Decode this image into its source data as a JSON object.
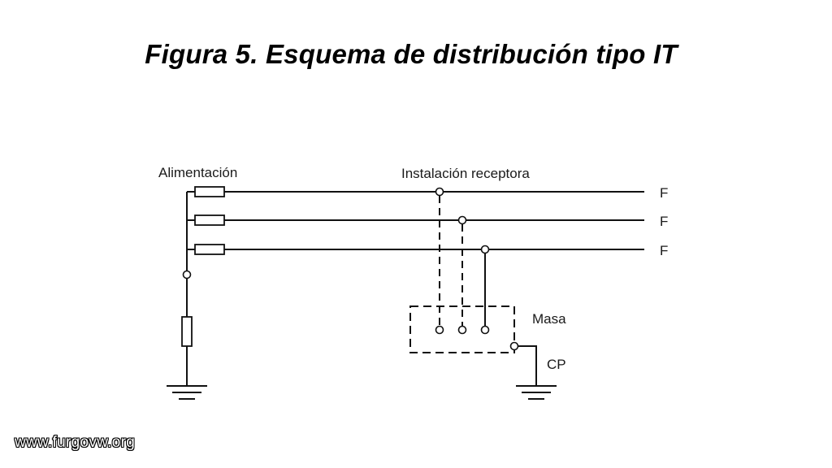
{
  "title": "Figura 5. Esquema de distribución tipo IT",
  "diagram": {
    "supply_label": "Alimentación",
    "receiver_label": "Instalación receptora",
    "phase_labels": [
      "F",
      "F",
      "F"
    ],
    "mass_label": "Masa",
    "earth_label": "CP"
  },
  "watermark": "www.furgovw.org"
}
